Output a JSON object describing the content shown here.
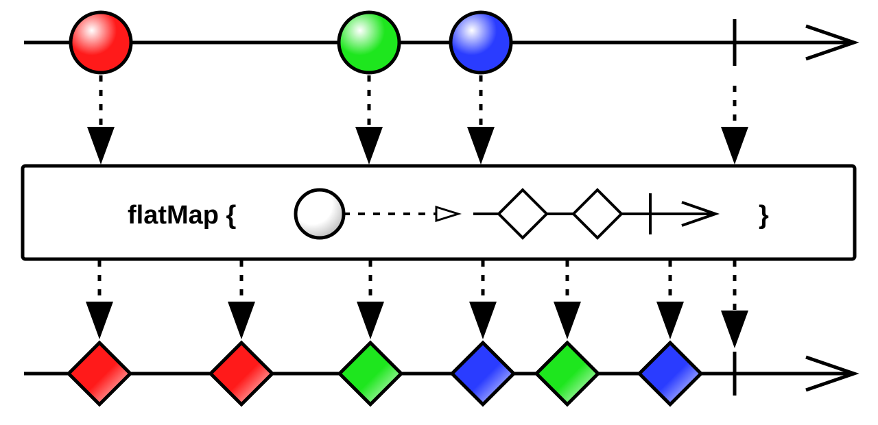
{
  "diagram": {
    "operator_label": "flatMap {",
    "closing_brace": "}",
    "colors": {
      "red": "#ff1a1a",
      "green": "#1ee61e",
      "blue": "#2a3cff",
      "white": "#ffffff",
      "line": "#000000"
    },
    "source_events": [
      {
        "kind": "marble",
        "color": "red"
      },
      {
        "kind": "marble",
        "color": "green"
      },
      {
        "kind": "marble",
        "color": "blue"
      },
      {
        "kind": "completion"
      }
    ],
    "result_events": [
      {
        "kind": "diamond",
        "color": "red"
      },
      {
        "kind": "diamond",
        "color": "red"
      },
      {
        "kind": "diamond",
        "color": "green"
      },
      {
        "kind": "diamond",
        "color": "blue"
      },
      {
        "kind": "diamond",
        "color": "green"
      },
      {
        "kind": "diamond",
        "color": "blue"
      },
      {
        "kind": "completion"
      }
    ],
    "inner_legend": [
      {
        "kind": "marble",
        "color": "white"
      },
      {
        "kind": "diamond",
        "color": "white"
      },
      {
        "kind": "diamond",
        "color": "white"
      },
      {
        "kind": "completion"
      }
    ]
  }
}
